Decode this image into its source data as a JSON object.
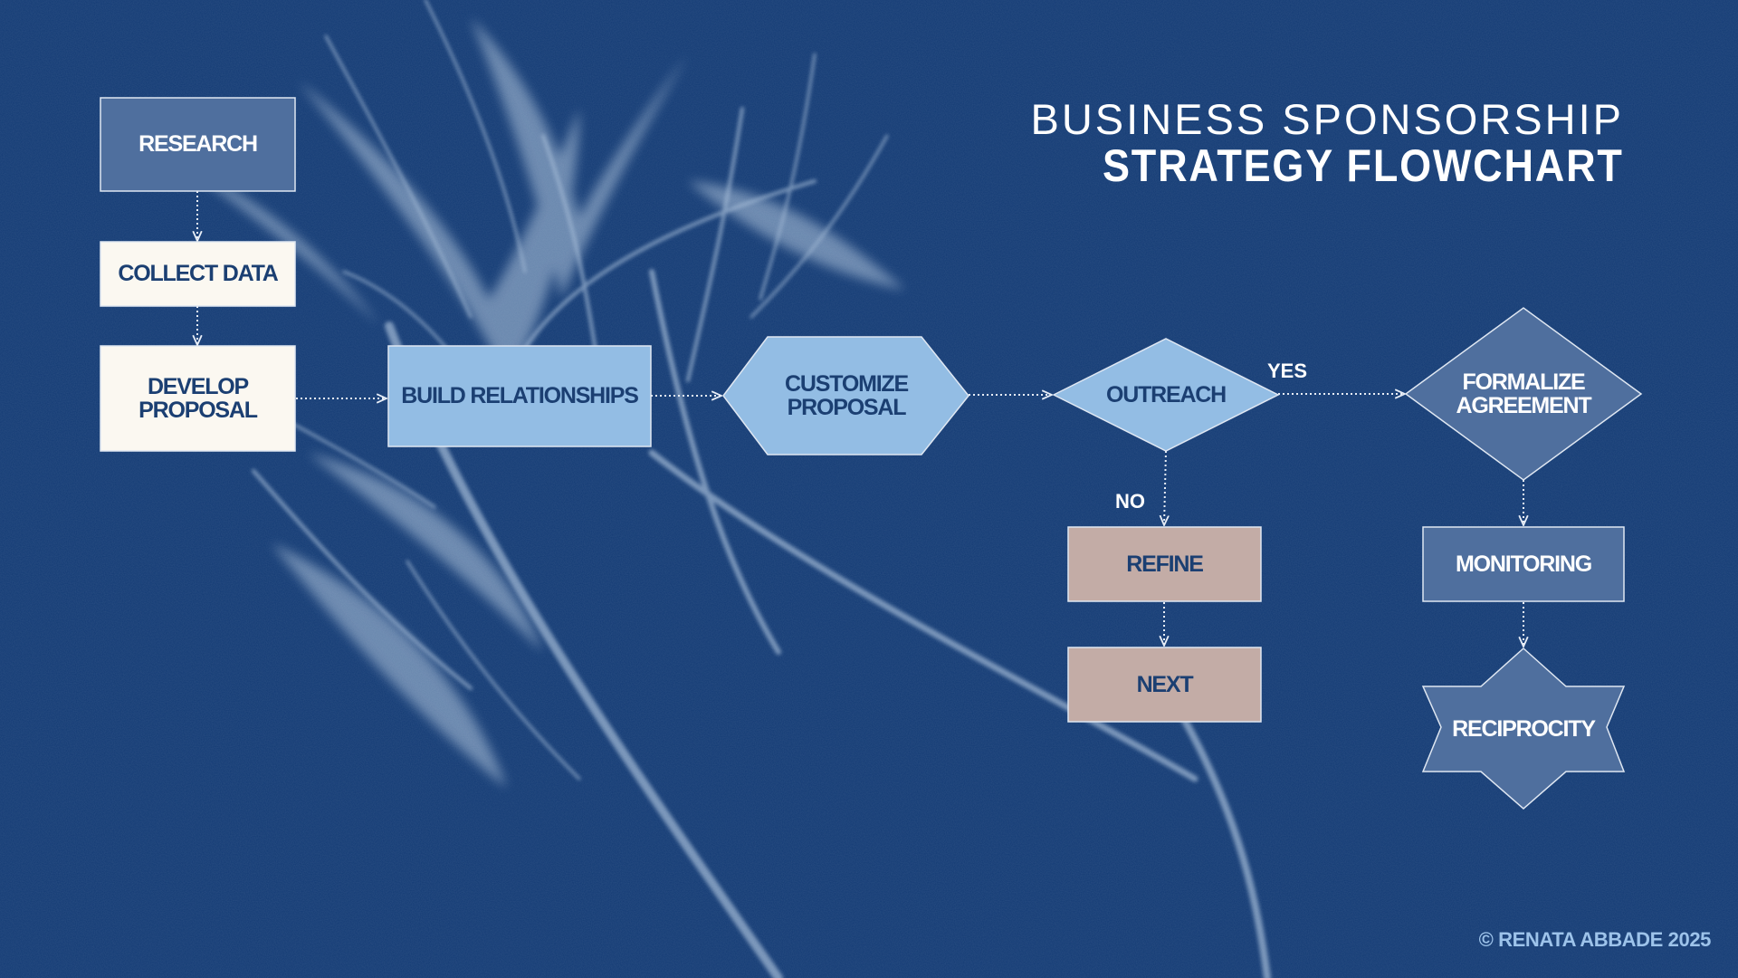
{
  "title": {
    "line1": "BUSINESS SPONSORSHIP",
    "line2": "STRATEGY FLOWCHART"
  },
  "nodes": {
    "research": "RESEARCH",
    "collect_data": "COLLECT DATA",
    "develop_proposal": "DEVELOP PROPOSAL",
    "build_relationships": "BUILD RELATIONSHIPS",
    "customize_proposal": "CUSTOMIZE PROPOSAL",
    "outreach": "OUTREACH",
    "formalize_agreement": "FORMALIZE AGREEMENT",
    "refine": "REFINE",
    "next": "NEXT",
    "monitoring": "MONITORING",
    "reciprocity": "RECIPROCITY"
  },
  "edge_labels": {
    "yes": "YES",
    "no": "NO"
  },
  "credit": "© RENATA ABBADE 2025",
  "colors": {
    "background": "#123a74",
    "slate_blue": "#4f6f9e",
    "light_blue": "#93bde4",
    "cream": "#fbf8f1",
    "taupe": "#c3aca6",
    "navy_text": "#1b3f72",
    "white_text": "#ffffff"
  }
}
